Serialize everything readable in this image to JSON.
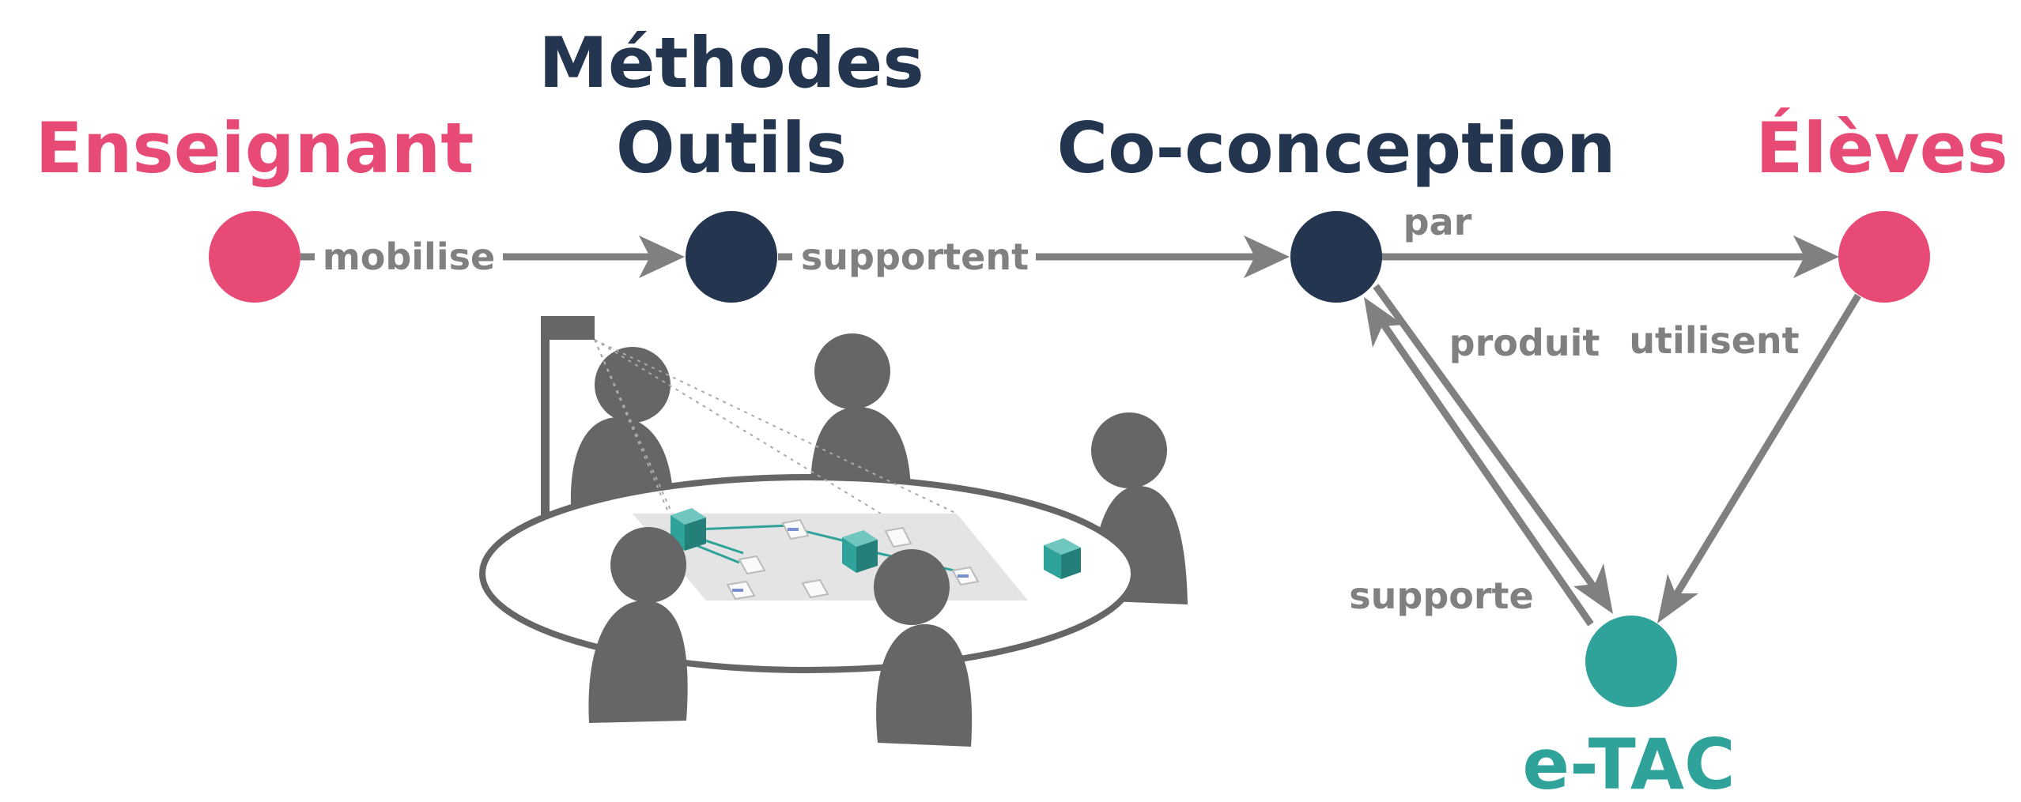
{
  "colors": {
    "pink": "#e84a76",
    "navy": "#243550",
    "teal": "#2fa39a",
    "edge_gray": "#808080",
    "figure_gray": "#666666"
  },
  "nodes": {
    "enseignant": {
      "label": "Enseignant"
    },
    "methodes_outils": {
      "label_line1": "Méthodes",
      "label_line2": "Outils"
    },
    "co_conception": {
      "label": "Co-conception"
    },
    "eleves": {
      "label": "Élèves"
    },
    "etac": {
      "label": "e-TAC"
    }
  },
  "edges": {
    "mobilise": "mobilise",
    "supportent": "supportent",
    "par": "par",
    "produit": "produit",
    "utilisent": "utilisent",
    "supporte": "supporte"
  },
  "illustration": {
    "icon": "co-design-table-illustration"
  }
}
